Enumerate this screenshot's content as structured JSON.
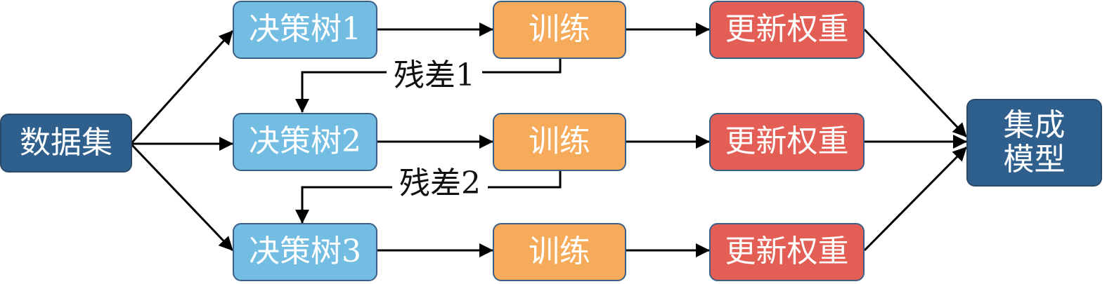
{
  "nodes": {
    "dataset": "数据集",
    "tree1": "决策树1",
    "tree2": "决策树2",
    "tree3": "决策树3",
    "train1": "训练",
    "train2": "训练",
    "train3": "训练",
    "update1": "更新权重",
    "update2": "更新权重",
    "update3": "更新权重",
    "ensemble_line1": "集成",
    "ensemble_line2": "模型"
  },
  "residuals": {
    "r1": "残差1",
    "r2": "残差2"
  },
  "colors": {
    "dataset": "#2f5f8c",
    "tree": "#73bde2",
    "train": "#f5ab59",
    "update": "#e35f55",
    "ensemble": "#2f5f8c",
    "line": "#000000"
  }
}
